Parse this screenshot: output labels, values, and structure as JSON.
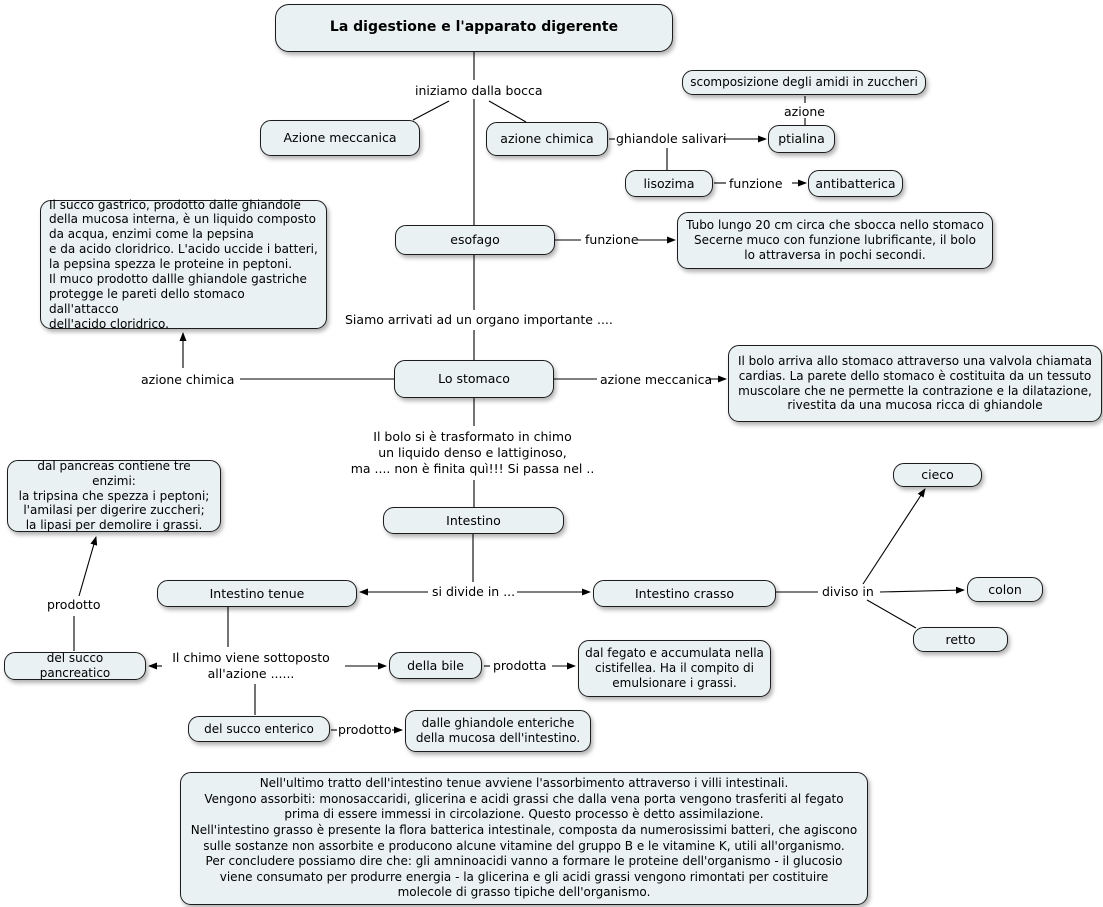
{
  "title": "La digestione e l'apparato digerente",
  "colors": {
    "node_fill": "#e9f1f2",
    "node_border": "#1c1c1c",
    "background": "#ffffff",
    "line": "#000000"
  },
  "nodes": {
    "azione_meccanica": "Azione meccanica",
    "azione_chimica": "azione chimica",
    "scomposizione_amidi": "scomposizione degli amidi in zuccheri",
    "ptialina": "ptialina",
    "lisozima": "lisozima",
    "antibatterica": "antibatterica",
    "esofago": "esofago",
    "esofago_desc": "Tubo lungo 20 cm circa che sbocca nello stomaco\nSecerne muco con funzione lubrificante, il bolo\nlo attraversa in pochi secondi.",
    "succo_gastrico_desc": "Il succo gastrico, prodotto dalle ghiandole\ndella mucosa interna, è un liquido composto\nda acqua, enzimi come la pepsina\ne da acido cloridrico. L'acido uccide i batteri,\nla pepsina spezza le proteine in peptoni.\nIl muco prodotto dallle ghiandole gastriche\nprotegge le pareti dello stomaco dall'attacco\ndell'acido cloridrico.",
    "lo_stomaco": "Lo stomaco",
    "stomaco_desc": "Il bolo arriva allo stomaco attraverso una valvola chiamata\ncardias. La parete dello stomaco è costituita da un tessuto\nmuscolare che ne permette la contrazione e la dilatazione,\nrivestita da una mucosa ricca di ghiandole",
    "intestino": "Intestino",
    "pancreas_desc": "dal pancreas contiene tre enzimi:\nla tripsina che spezza i peptoni;\nl'amilasi per digerire zuccheri;\nla lipasi per demolire i grassi.",
    "intestino_tenue": "Intestino tenue",
    "intestino_crasso": "Intestino crasso",
    "cieco": "cieco",
    "colon": "colon",
    "retto": "retto",
    "succo_pancreatico": "del succo pancreatico",
    "della_bile": "della bile",
    "bile_desc": "dal fegato e accumulata nella\ncistifellea. Ha il compito di\nemulsionare i grassi.",
    "succo_enterico": "del succo enterico",
    "enterico_desc": "dalle ghiandole enteriche\ndella mucosa dell'intestino.",
    "assorbimento_desc": "Nell'ultimo tratto dell'intestino tenue avviene l'assorbimento attraverso i villi intestinali.\nVengono assorbiti: monosaccaridi, glicerina e acidi grassi che dalla vena porta vengono trasferiti al fegato\nprima di essere immessi in circolazione. Questo processo è detto assimilazione.\nNell'intestino grasso è presente la flora batterica intestinale, composta da numerosissimi batteri, che agiscono\nsulle sostanze non assorbite e producono alcune vitamine del gruppo B e le vitamine K, utili all'organismo.\nPer concludere possiamo dire che: gli amninoacidi vanno a formare le proteine dell'organismo - il glucosio\nviene consumato per produrre energia - la glicerina e gli acidi grassi vengono rimontati per costituire\nmolecole di grasso tipiche dell'organismo."
  },
  "link_labels": {
    "iniziamo": "iniziamo dalla bocca",
    "ghiandole_salivari": "ghiandole salivari",
    "azione": "azione",
    "funzione_lisozima": "funzione",
    "funzione_esofago": "funzione",
    "siamo_arrivati": "Siamo arrivati ad un organo importante ....",
    "azione_chimica_stomaco": "azione chimica",
    "azione_meccanica_stomaco": "azione meccanica",
    "bolo_chimo": "Il bolo si è trasformato in chimo\nun liquido denso e lattiginoso,\nma .... non è finita quì!!! Si passa nel ..",
    "si_divide_in": "si divide in ...",
    "diviso_in": "diviso in",
    "prodotto_pancreatico": "prodotto",
    "chimo_sottoposto": "Il chimo viene sottoposto\nall'azione ......",
    "prodotta": "prodotta",
    "prodotto_enterico": "prodotto"
  }
}
